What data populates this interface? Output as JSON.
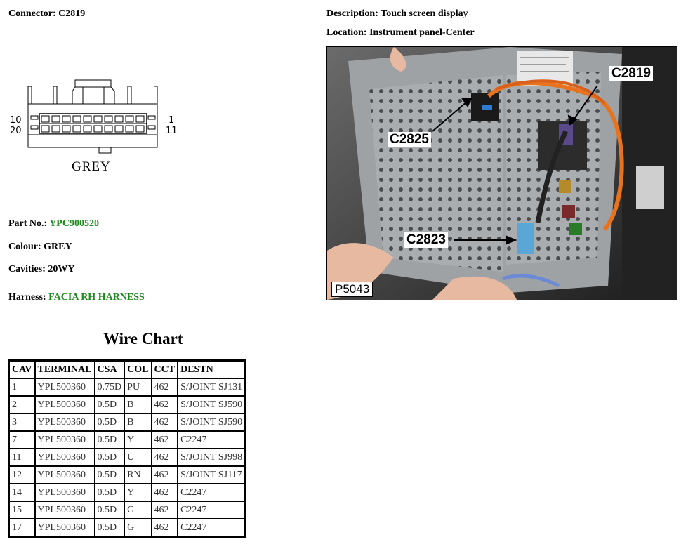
{
  "connector": {
    "label": "Connector:",
    "value": "C2819"
  },
  "description": {
    "label": "Description:",
    "value": "Touch screen display"
  },
  "location": {
    "label": "Location:",
    "value": "Instrument panel-Center"
  },
  "diagram": {
    "pin_top_left": "10",
    "pin_top_right": "1",
    "pin_bottom_left": "20",
    "pin_bottom_right": "11",
    "color_text": "GREY"
  },
  "part_no": {
    "label": "Part No.:",
    "value": "YPC900520"
  },
  "colour": {
    "label": "Colour:",
    "value": "GREY"
  },
  "cavities": {
    "label": "Cavities:",
    "value": "20WY"
  },
  "harness": {
    "label": "Harness:",
    "value": "FACIA RH HARNESS"
  },
  "photo": {
    "callouts": [
      "C2819",
      "C2825",
      "C2823"
    ],
    "code": "P5043"
  },
  "wire_chart": {
    "title": "Wire Chart",
    "headers": [
      "CAV",
      "TERMINAL",
      "CSA",
      "COL",
      "CCT",
      "DESTN"
    ],
    "rows": [
      [
        "1",
        "YPL500360",
        "0.75D",
        "PU",
        "462",
        "S/JOINT SJ131"
      ],
      [
        "2",
        "YPL500360",
        "0.5D",
        "B",
        "462",
        "S/JOINT SJ590"
      ],
      [
        "3",
        "YPL500360",
        "0.5D",
        "B",
        "462",
        "S/JOINT SJ590"
      ],
      [
        "7",
        "YPL500360",
        "0.5D",
        "Y",
        "462",
        "C2247"
      ],
      [
        "11",
        "YPL500360",
        "0.5D",
        "U",
        "462",
        "S/JOINT SJ998"
      ],
      [
        "12",
        "YPL500360",
        "0.5D",
        "RN",
        "462",
        "S/JOINT SJ117"
      ],
      [
        "14",
        "YPL500360",
        "0.5D",
        "Y",
        "462",
        "C2247"
      ],
      [
        "15",
        "YPL500360",
        "0.5D",
        "G",
        "462",
        "C2247"
      ],
      [
        "17",
        "YPL500360",
        "0.5D",
        "G",
        "462",
        "C2247"
      ]
    ]
  },
  "colors": {
    "value_green": "#1a8a1a"
  }
}
